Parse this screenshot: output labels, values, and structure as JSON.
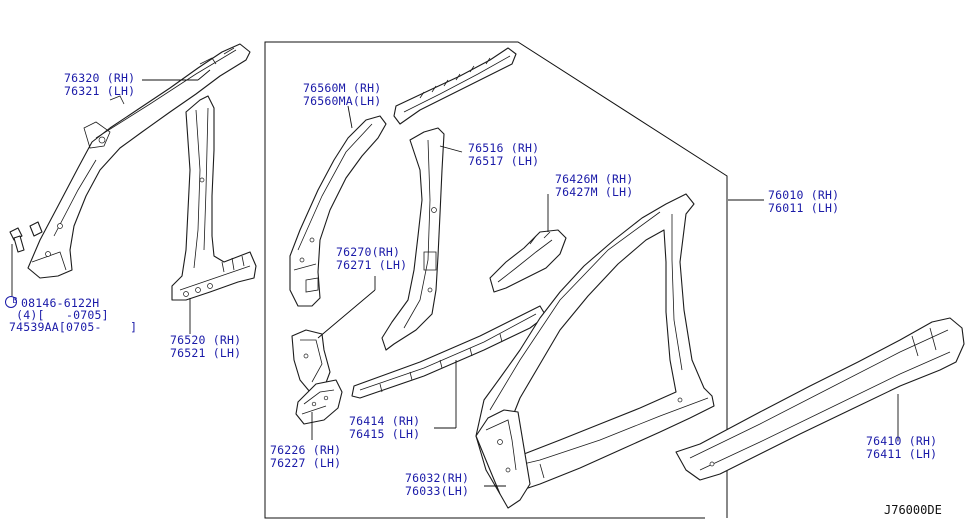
{
  "diagram": {
    "reference_code": "J76000DE",
    "labels": [
      {
        "id": "76320",
        "lines": [
          "76320 (RH)",
          "76321 (LH)"
        ]
      },
      {
        "id": "bolt",
        "lines": [
          "08146-6122H",
          " (4)[   -0705]",
          "74539AA[0705-    ]"
        ]
      },
      {
        "id": "76520",
        "lines": [
          "76520 (RH)",
          "76521 (LH)"
        ]
      },
      {
        "id": "76560",
        "lines": [
          "76560M (RH)",
          "76560MA(LH)"
        ]
      },
      {
        "id": "76270",
        "lines": [
          "76270(RH)",
          "76271 (LH)"
        ]
      },
      {
        "id": "76226",
        "lines": [
          "76226 (RH)",
          "76227 (LH)"
        ]
      },
      {
        "id": "76516",
        "lines": [
          "76516 (RH)",
          "76517 (LH)"
        ]
      },
      {
        "id": "76426",
        "lines": [
          "76426M (RH)",
          "76427M (LH)"
        ]
      },
      {
        "id": "76414",
        "lines": [
          "76414 (RH)",
          "76415 (LH)"
        ]
      },
      {
        "id": "76032",
        "lines": [
          "76032(RH)",
          "76033(LH)"
        ]
      },
      {
        "id": "76010",
        "lines": [
          "76010 (RH)",
          "76011 (LH)"
        ]
      },
      {
        "id": "76410",
        "lines": [
          "76410 (RH)",
          "76411 (LH)"
        ]
      }
    ],
    "bolt_marker": "B"
  }
}
